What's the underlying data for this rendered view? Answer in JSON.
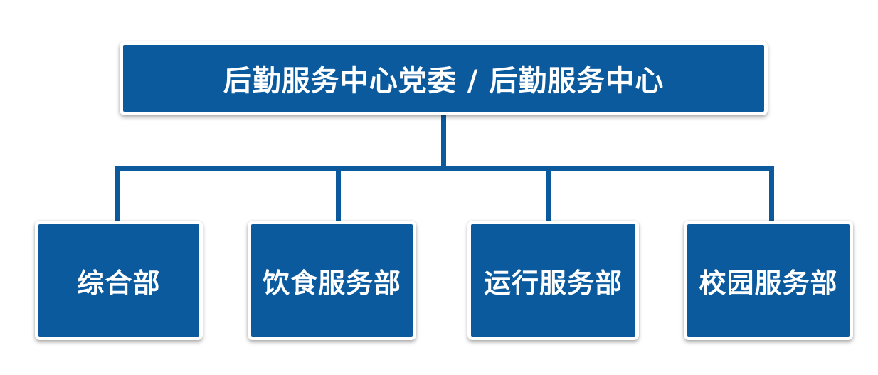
{
  "diagram": {
    "type": "org-chart",
    "root": {
      "label": "后勤服务中心党委 / 后勤服务中心"
    },
    "children": [
      {
        "label": "综合部"
      },
      {
        "label": "饮食服务部"
      },
      {
        "label": "运行服务部"
      },
      {
        "label": "校园服务部"
      }
    ],
    "colors": {
      "box_fill": "#0b5a9e",
      "box_frame": "#ffffff",
      "connector": "#0b5a9e",
      "text": "#ffffff",
      "background": "#ffffff"
    }
  }
}
